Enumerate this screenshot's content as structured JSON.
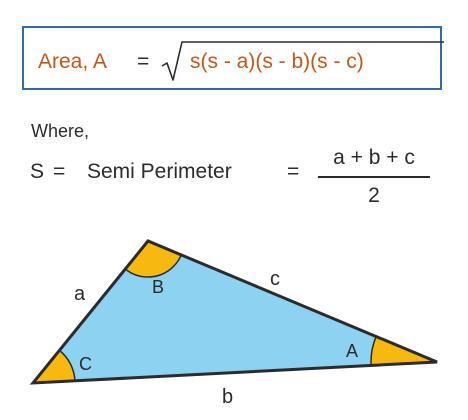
{
  "formula": {
    "area_label": "Area, A",
    "equals": "=",
    "radicand": "s(s - a)(s - b)(s - c)"
  },
  "definition": {
    "where": "Where,",
    "s_symbol": "S",
    "equals1": "=",
    "semi_perimeter": "Semi Perimeter",
    "equals2": "=",
    "numerator": "a + b + c",
    "denominator": "2"
  },
  "triangle": {
    "side_a": "a",
    "side_b": "b",
    "side_c": "c",
    "angle_A": "A",
    "angle_B": "B",
    "angle_C": "C"
  },
  "colors": {
    "triangle_fill": "#8dd2f0",
    "triangle_stroke": "#2b2b2b",
    "angle_fill": "#f7b90f",
    "box_border": "#2f6ea3",
    "formula_text": "#c0581c"
  }
}
